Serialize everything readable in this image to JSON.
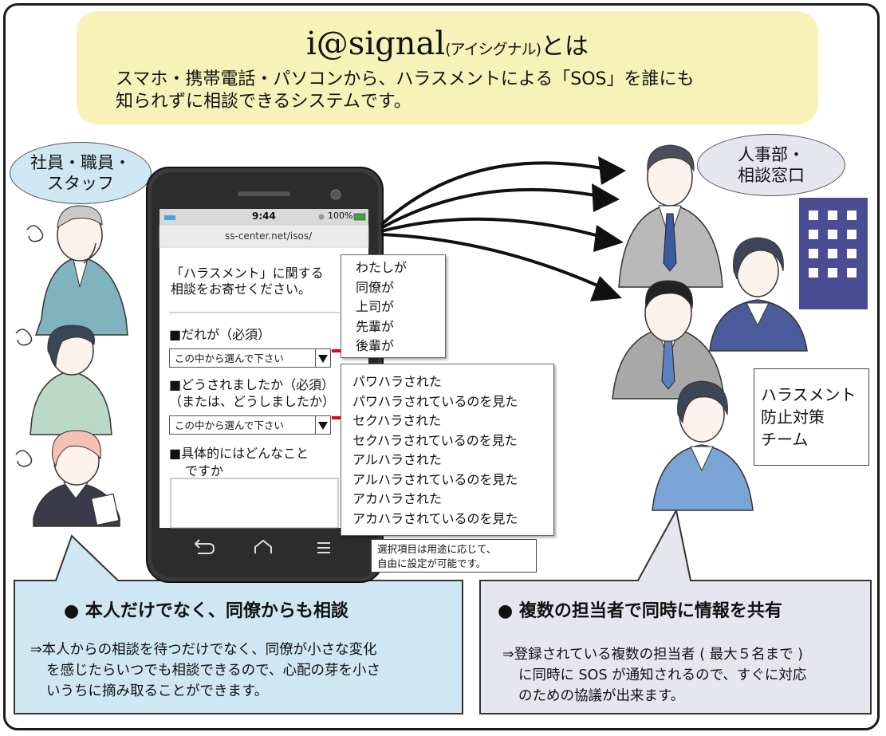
{
  "header": {
    "title_main": "i@signal",
    "title_kana": "(アイシグナル)",
    "title_suffix": "とは",
    "desc_line1": "スマホ・携帯電話・パソコンから、ハラスメントによる「SOS」を誰にも",
    "desc_line2": "知られずに相談できるシステムです。"
  },
  "staff_label": {
    "line1": "社員・職員・",
    "line2": "スタッフ"
  },
  "hr_label": {
    "line1": "人事部・",
    "line2": "相談窓口"
  },
  "phone": {
    "time": "9:44",
    "battery": "100%",
    "url": "ss-center.net/isos/",
    "intro_line1": "「ハラスメント」に関する",
    "intro_line2": "相談をお寄せください。",
    "q1": "■だれが（必須）",
    "select1": "この中から選んで下さい",
    "q2_line1": "■どうされましたか（必須）",
    "q2_line2": "（または、どうしましたか）",
    "select2": "この中から選んで下さい",
    "q3_line1": "■具体的にはどんなこと",
    "q3_line2": "ですか"
  },
  "who_options": [
    "わたしが",
    "同僚が",
    "上司が",
    "先輩が",
    "後輩が"
  ],
  "what_options": [
    "パワハラされた",
    "パワハラされているのを見た",
    "セクハラされた",
    "セクハラされているのを見た",
    "アルハラされた",
    "アルハラされているのを見た",
    "アカハラされた",
    "アカハラされているのを見た"
  ],
  "note": {
    "line1": "選択項目は用途に応じて、",
    "line2": "自由に設定が可能です。"
  },
  "team_box": {
    "line1": "ハラスメント",
    "line2": "防止対策",
    "line3": "チーム"
  },
  "callout_left": {
    "title": "●  本人だけでなく、同僚からも相談",
    "line1": "⇒本人からの相談を待つだけでなく、同僚が小さな変化",
    "line2": "を感じたらいつでも相談できるので、心配の芽を小さ",
    "line3": "いうちに摘み取ることができます。"
  },
  "callout_right": {
    "title": "●  複数の担当者で同時に情報を共有",
    "line1": "⇒登録されている複数の担当者 ( 最大５名まで )",
    "line2": "に同時に SOS が通知されるので、すぐに対応",
    "line3": "のための協議が出来ます。"
  },
  "colors": {
    "header_bg": "#f7f3b8",
    "callout_left_bg": "#cfe6f3",
    "callout_right_bg": "#e6e6ef",
    "building": "#4a4d94",
    "arrow_red": "#e60012"
  }
}
